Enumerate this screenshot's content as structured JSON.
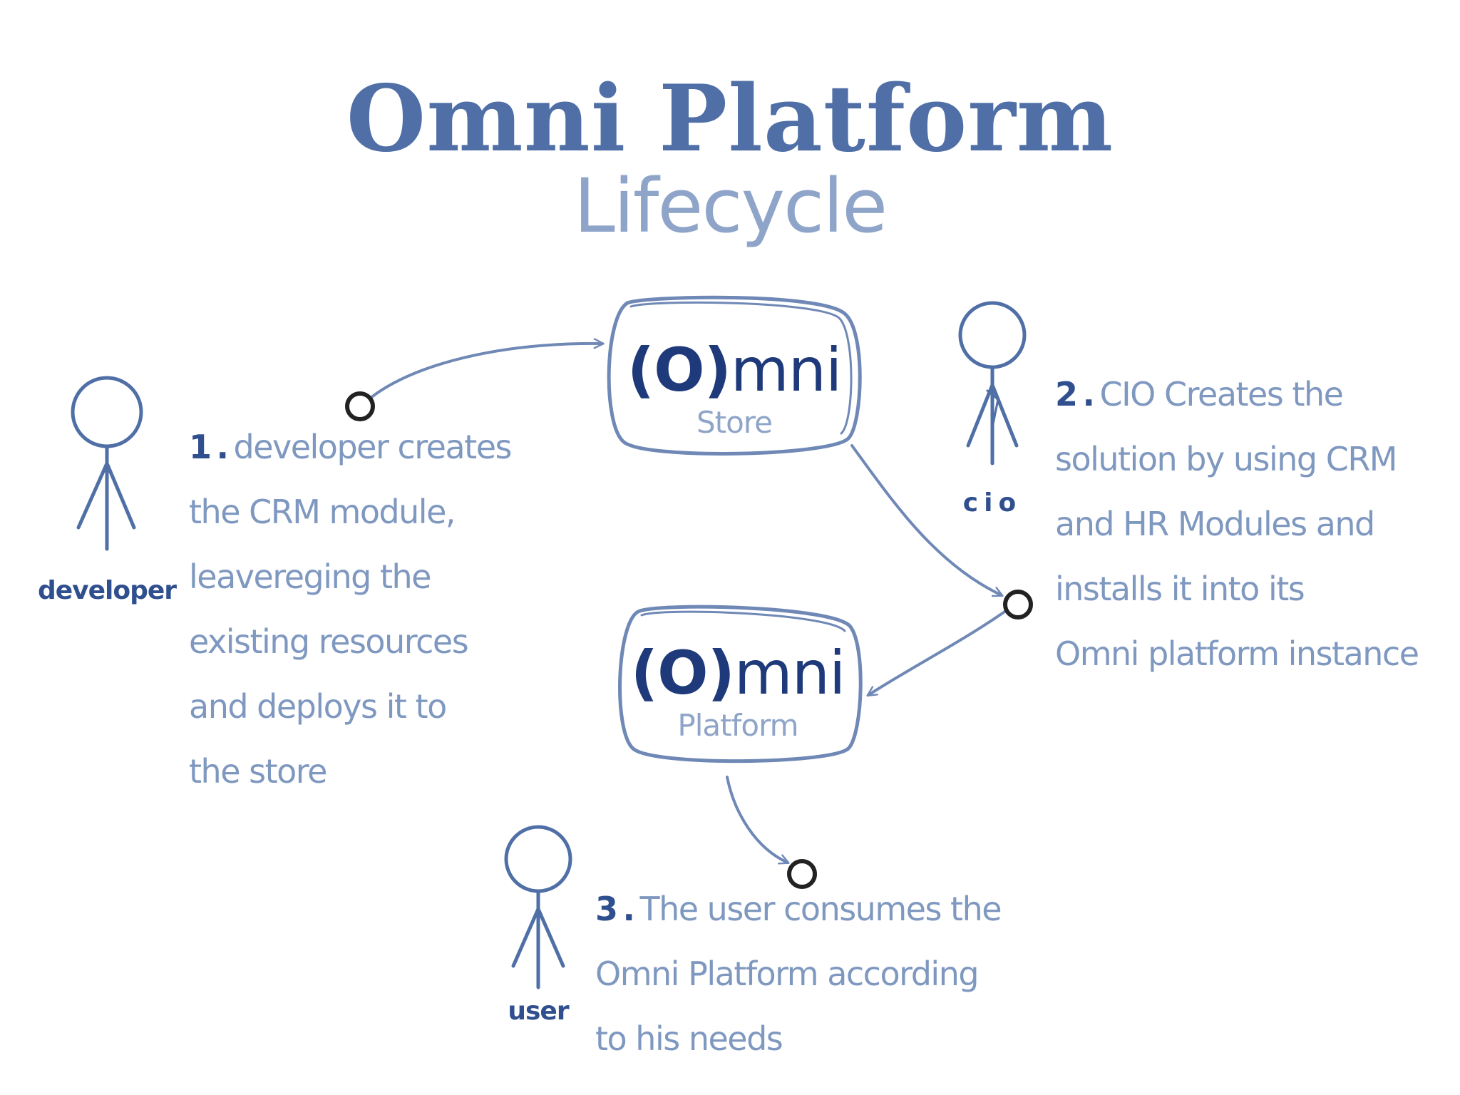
{
  "title": "Omni Platform",
  "subtitle": "Lifecycle",
  "nodes": {
    "store": {
      "logo_paren": "(O)",
      "logo_text": "mni",
      "label": "Store"
    },
    "platform": {
      "logo_paren": "(O)",
      "logo_text": "mni",
      "label": "Platform"
    }
  },
  "actors": {
    "developer": "developer",
    "cio": "cio",
    "user": "user"
  },
  "steps": [
    {
      "num": "1",
      "sep": ".",
      "lines": [
        "developer creates",
        "the CRM module,",
        "leavereging the",
        "existing resources",
        "and deploys it to",
        "the store"
      ]
    },
    {
      "num": "2",
      "sep": ".",
      "lines": [
        "CIO Creates the",
        "solution by using CRM",
        "and HR Modules and",
        "installs it into its",
        "Omni platform instance"
      ]
    },
    {
      "num": "3",
      "sep": ".",
      "lines": [
        "The user consumes the",
        "Omni Platform according",
        "to his needs"
      ]
    }
  ],
  "colors": {
    "ink": "#2f4f8e",
    "text": "#7f98c0",
    "stroke": "#6f88b6",
    "dot": "#222222"
  }
}
